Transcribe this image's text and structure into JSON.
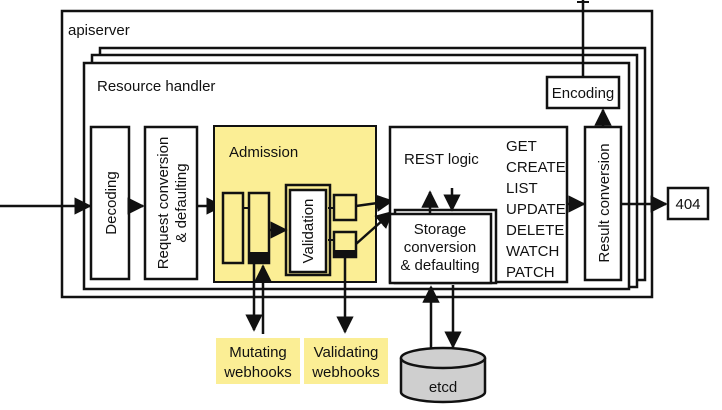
{
  "apiserver": {
    "label": "apiserver"
  },
  "resource_handler": {
    "label": "Resource handler"
  },
  "stages": {
    "decoding": "Decoding",
    "request_conversion_line1": "Request conversion",
    "request_conversion_line2": "& defaulting",
    "admission": "Admission",
    "validation": "Validation",
    "rest_logic": "REST logic",
    "storage_line1": "Storage",
    "storage_line2": "conversion",
    "storage_line3": "& defaulting",
    "result_conversion": "Result conversion",
    "encoding": "Encoding"
  },
  "verbs": [
    "GET",
    "CREATE",
    "LIST",
    "UPDATE",
    "DELETE",
    "WATCH",
    "PATCH"
  ],
  "response": {
    "code": "404"
  },
  "webhooks": {
    "mutating_line1": "Mutating",
    "mutating_line2": "webhooks",
    "validating_line1": "Validating",
    "validating_line2": "webhooks"
  },
  "storage": {
    "etcd": "etcd"
  },
  "colors": {
    "highlight": "#fbee95",
    "stroke": "#111111",
    "etcd": "#cfcfcf"
  }
}
